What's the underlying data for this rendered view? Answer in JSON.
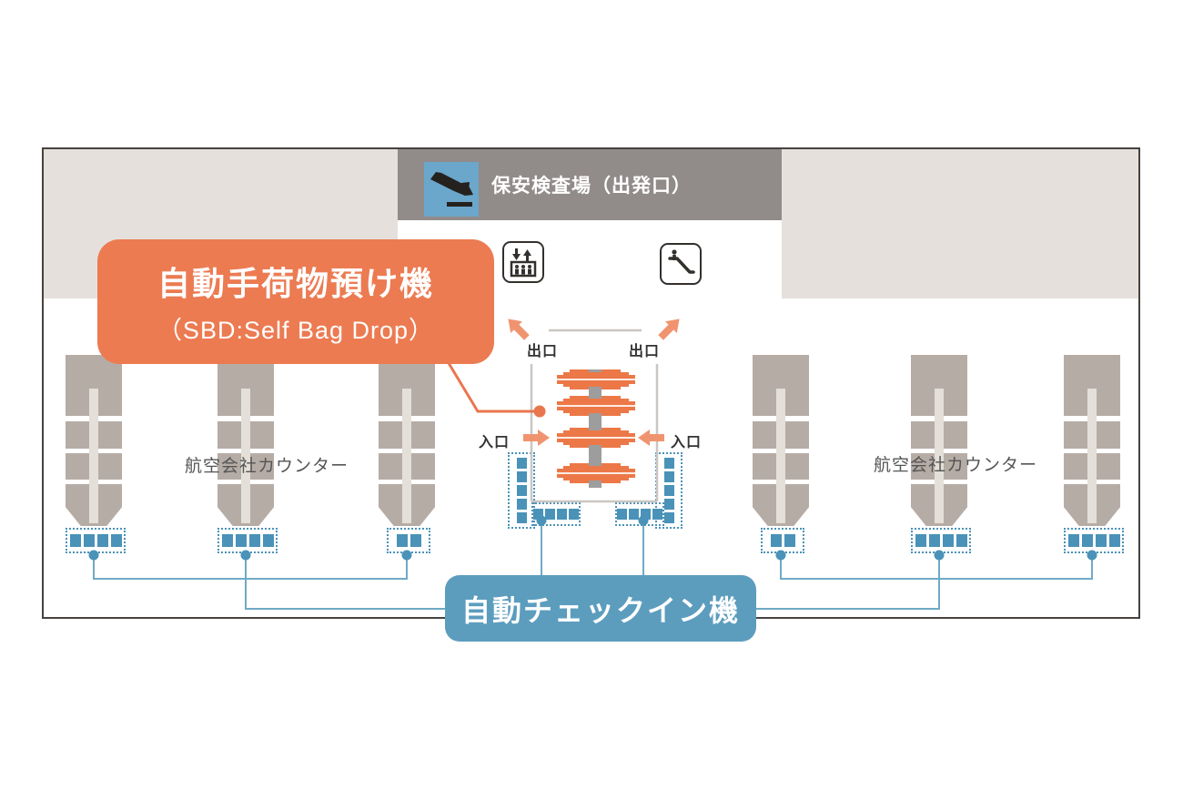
{
  "header": {
    "title": "保安検査場（出発口）",
    "icon": "departure-flight-icon"
  },
  "facility_icons": [
    {
      "name": "elevator-icon"
    },
    {
      "name": "escalator-icon"
    }
  ],
  "sbd_callout": {
    "title": "自動手荷物預け機",
    "subtitle": "（SBD:Self Bag Drop）"
  },
  "signs": {
    "exit": "出口",
    "entrance": "入口"
  },
  "airline_counters": {
    "label": "航空会社カウンター",
    "left_kiosk_counts": [
      4,
      4,
      2
    ],
    "right_kiosk_counts": [
      2,
      4,
      4
    ]
  },
  "sbd_station": {
    "machine_rows": 4,
    "kiosk_column_left_count": 5,
    "kiosk_column_right_count": 5,
    "kiosk_bottom_row_counts": [
      4,
      4
    ]
  },
  "checkin": {
    "label": "自動チェックイン機"
  },
  "colors": {
    "accent_orange": "#ec7b52",
    "arrow_orange": "#f0946f",
    "machine_orange": "#ec7848",
    "checkin_blue": "#5c9dbe",
    "kiosk_blue": "#4a92b8",
    "connector_blue": "#6faac6",
    "header_gray": "#918b8a",
    "wall_beige": "#e5e0db",
    "counter_gray": "#b6aca6",
    "guide_line_gray": "#cac6c2",
    "icon_tile_blue": "#6ba6cb"
  }
}
